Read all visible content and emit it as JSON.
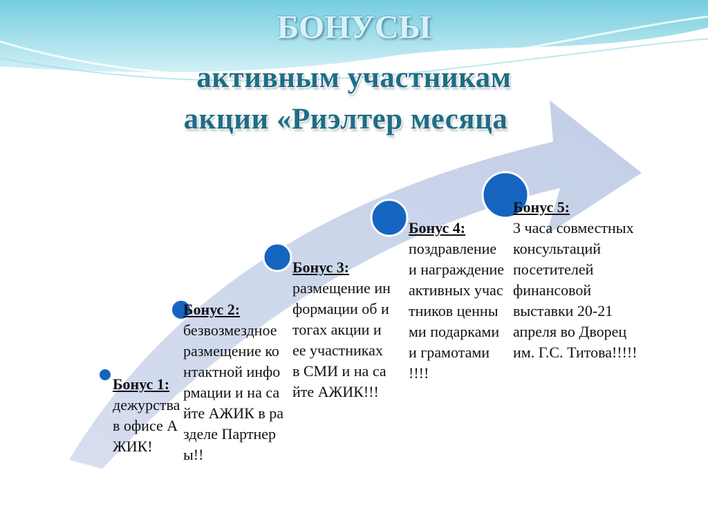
{
  "title": {
    "main": "БОНУСЫ",
    "line2": "активным участникам",
    "line3": "акции «Риэлтер месяца"
  },
  "bonuses": [
    {
      "heading": "Бонус 1:",
      "body": "дежурства в офисе АЖИК!"
    },
    {
      "heading": "Бонус 2:",
      "body": "безвозмездное размещение контактной информации и на сайте АЖИК в разделе Партнеры!!"
    },
    {
      "heading": "Бонус 3:",
      "body": "размещение информации об итогах акции и ее участниках в СМИ и на сайте АЖИК!!!"
    },
    {
      "heading": "Бонус 4:",
      "body": "поздравление и награждение активных участников ценными подарками и грамотами !!!!"
    },
    {
      "heading": "Бонус 5:",
      "body": "3 часа совместных консультаций посетителей финансовой выставки 20-21 апреля во Дворец им. Г.С. Титова!!!!!"
    }
  ],
  "colors": {
    "arrow": "#ccd6ea",
    "circle": "#1565c0",
    "wave": "#7fd3e3",
    "title_main": "#d6f2f8",
    "title_sub": "#1f6d86"
  }
}
